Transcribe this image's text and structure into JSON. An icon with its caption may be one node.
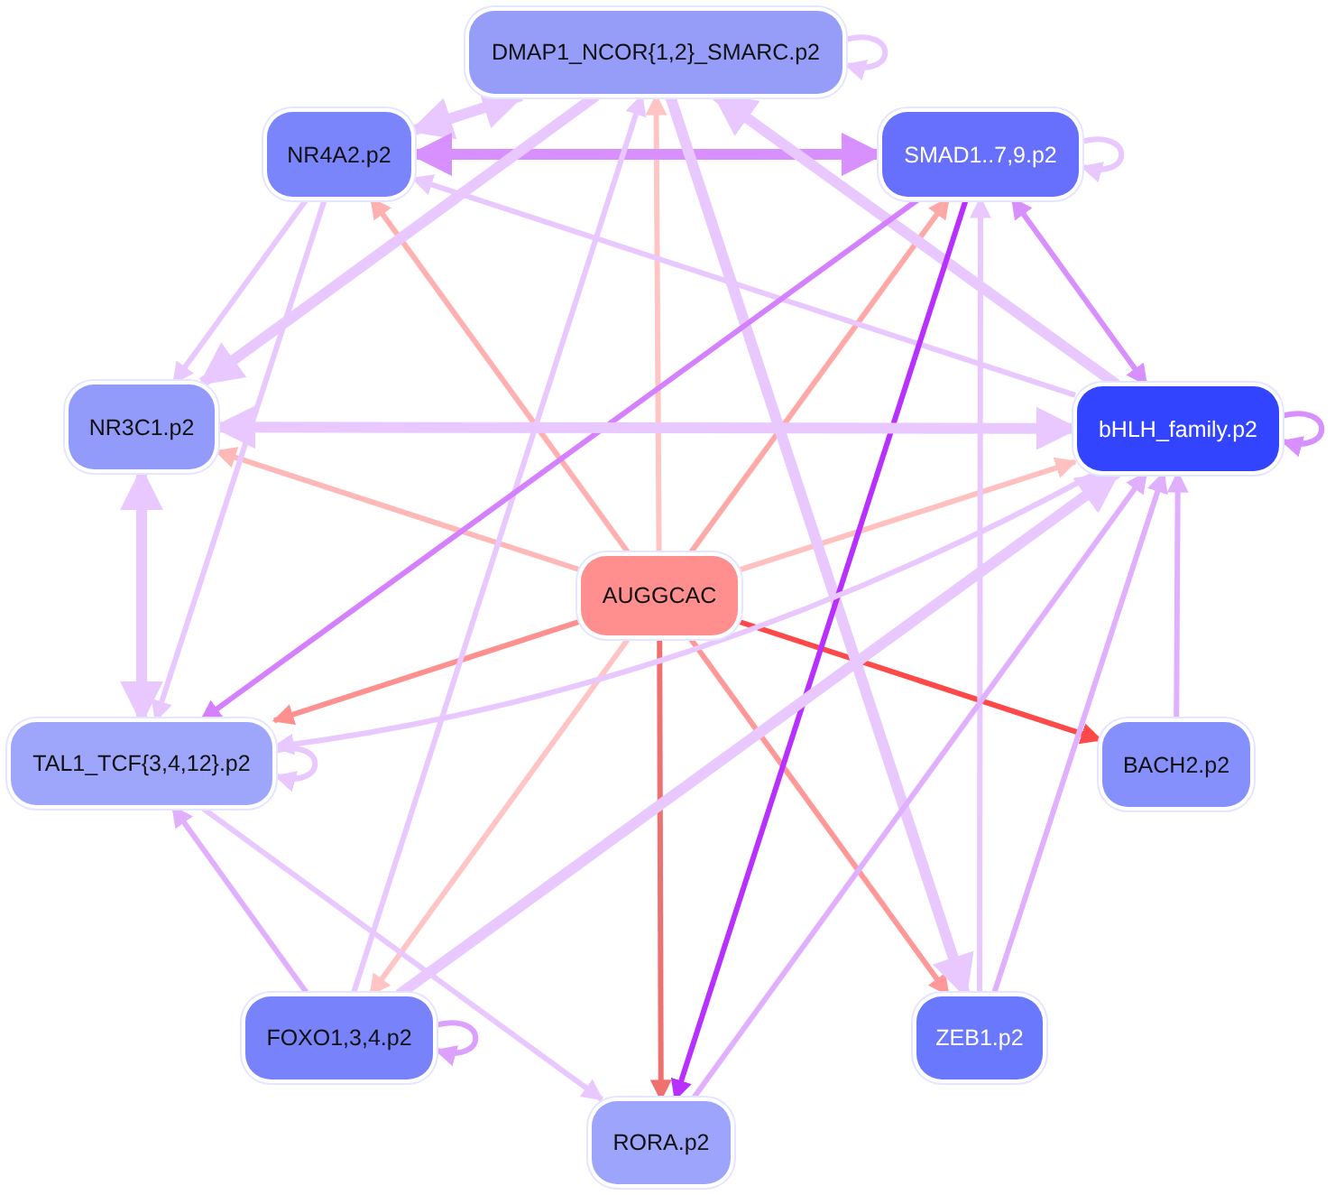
{
  "diagram": {
    "nodes": [
      {
        "text": [
          "DMAP1_NCOR{1,2}_SMARC.p2"
        ]
      },
      {
        "text": [
          "NR4A2.p2"
        ]
      },
      {
        "text": [
          "SMAD1..7,9.p2"
        ]
      },
      {
        "text": [
          "NR3C1.p2"
        ]
      },
      {
        "text": [
          "bHLH_family.p2"
        ]
      },
      {
        "text": [
          "AUGGCAC"
        ]
      },
      {
        "text": [
          "TAL1_TCF{3,4,12}.p2"
        ]
      },
      {
        "text": [
          "BACH2.p2"
        ]
      },
      {
        "text": [
          "FOXO1,3,4.p2"
        ]
      },
      {
        "text": [
          "ZEB1.p2"
        ]
      },
      {
        "text": [
          "RORA.p2"
        ]
      }
    ],
    "edges": [
      {
        "from": 5,
        "to": 0,
        "arrow": "to",
        "color": "#ffc4c4"
      },
      {
        "from": 5,
        "to": 1,
        "arrow": "to",
        "color": "#ffb0b0"
      },
      {
        "from": 5,
        "to": 2,
        "arrow": "to",
        "color": "#ffa8a8"
      },
      {
        "from": 5,
        "to": 3,
        "arrow": "to",
        "color": "#ffb8b8"
      },
      {
        "from": 5,
        "to": 4,
        "arrow": "to",
        "color": "#ffc0c0"
      },
      {
        "from": 5,
        "to": 6,
        "arrow": "to",
        "color": "#ff9090"
      },
      {
        "from": 5,
        "to": 7,
        "arrow": "to",
        "color": "#ff4848"
      },
      {
        "from": 5,
        "to": 8,
        "arrow": "to",
        "color": "#ffc4c4"
      },
      {
        "from": 5,
        "to": 9,
        "arrow": "to",
        "color": "#ff9898"
      },
      {
        "from": 5,
        "to": 10,
        "arrow": "to",
        "color": "#f07070"
      },
      {
        "from": 0,
        "to": 0,
        "arrow": "to"
      },
      {
        "from": 2,
        "to": 2,
        "arrow": "to"
      },
      {
        "from": 4,
        "to": 4,
        "arrow": "to",
        "color": "#d890ff"
      },
      {
        "from": 6,
        "to": 6,
        "arrow": "to"
      },
      {
        "from": 8,
        "to": 8,
        "arrow": "to",
        "color": "#dca0ff"
      },
      {
        "from": 0,
        "to": 1,
        "arrow": "both",
        "style": "thick"
      },
      {
        "from": 1,
        "to": 2,
        "arrow": "both",
        "style": "thick",
        "color": "#d890ff"
      },
      {
        "from": 0,
        "to": 3,
        "arrow": "to",
        "style": "thick"
      },
      {
        "from": 1,
        "to": 3,
        "arrow": "to"
      },
      {
        "from": 1,
        "to": 6,
        "arrow": "to"
      },
      {
        "from": 4,
        "to": 1,
        "arrow": "to"
      },
      {
        "from": 4,
        "to": 0,
        "arrow": "to",
        "style": "thick"
      },
      {
        "from": 0,
        "to": 9,
        "arrow": "to",
        "style": "thick"
      },
      {
        "from": 8,
        "to": 0,
        "arrow": "to"
      },
      {
        "from": 2,
        "to": 6,
        "arrow": "to",
        "color": "#d480ff"
      },
      {
        "from": 2,
        "to": 10,
        "arrow": "to",
        "color": "#b830ff"
      },
      {
        "from": 4,
        "to": 2,
        "arrow": "both",
        "color": "#d890ff"
      },
      {
        "from": 9,
        "to": 2,
        "arrow": "to"
      },
      {
        "from": 3,
        "to": 4,
        "arrow": "both",
        "style": "thick"
      },
      {
        "from": 6,
        "to": 3,
        "arrow": "both",
        "style": "thick"
      },
      {
        "from": 4,
        "to": 6,
        "arrow": "to"
      },
      {
        "from": 6,
        "to": 10,
        "arrow": "to"
      },
      {
        "from": 8,
        "to": 6,
        "arrow": "to",
        "color": "#e0b0ff"
      },
      {
        "from": 8,
        "to": 4,
        "arrow": "to",
        "style": "thick"
      },
      {
        "from": 9,
        "to": 4,
        "arrow": "to",
        "color": "#e0b0ff"
      },
      {
        "from": 10,
        "to": 4,
        "arrow": "to",
        "color": "#e0b0ff"
      },
      {
        "from": 7,
        "to": 4,
        "arrow": "to",
        "color": "#e0b0ff"
      }
    ]
  }
}
